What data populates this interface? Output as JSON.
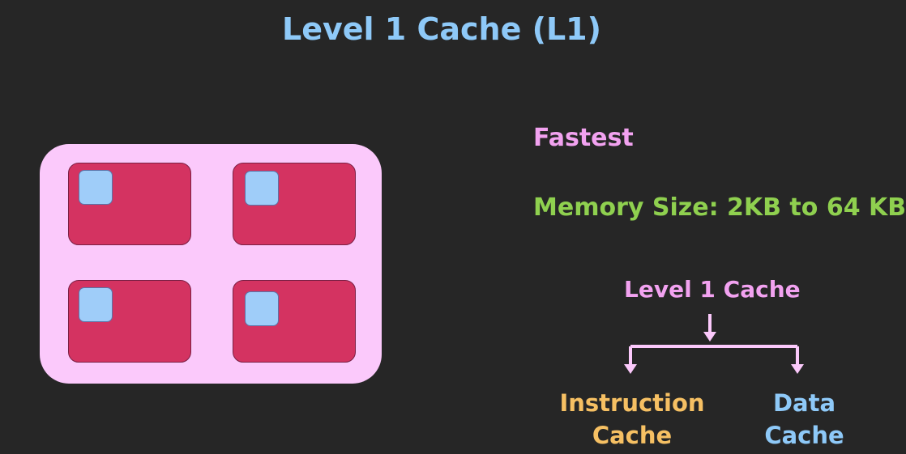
{
  "title": "Level 1 Cache (L1)",
  "fastest": "Fastest",
  "memory_size": "Memory Size:  2KB to 64 KB",
  "hierarchy": {
    "root": "Level 1 Cache",
    "children": [
      "Instruction Cache",
      "Data Cache"
    ],
    "instruction_line1": "Instruction",
    "instruction_line2": "Cache",
    "data_line1": "Data",
    "data_line2": "Cache"
  },
  "colors": {
    "background": "#262626",
    "title": "#8ec9f8",
    "chip": "#fbc9fb",
    "core": "#d43361",
    "core_cache": "#9fcdf9",
    "fastest": "#f2a2f0",
    "memory_size": "#8fd04f",
    "instruction": "#f6c063",
    "data": "#8ec9f8",
    "connector": "#fbc9fb"
  }
}
